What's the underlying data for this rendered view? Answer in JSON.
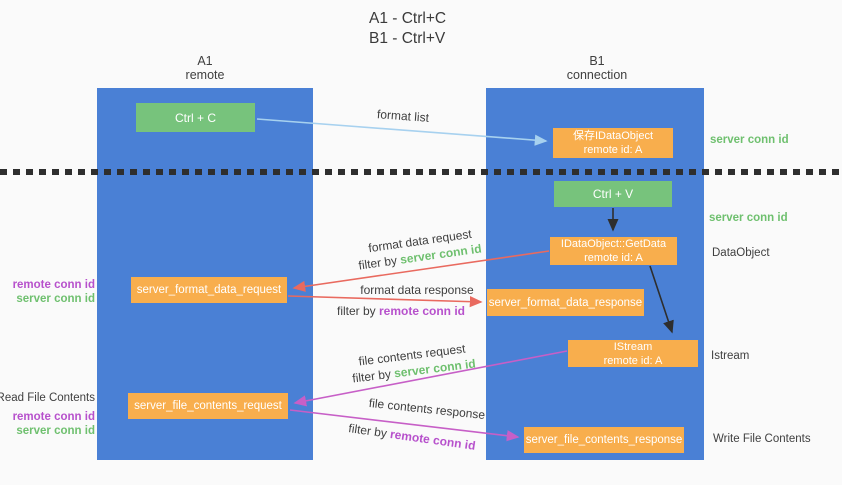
{
  "title": {
    "line1": "A1 - Ctrl+C",
    "line2": "B1 - Ctrl+V"
  },
  "lanes": {
    "left": {
      "title": "A1",
      "subtitle": "remote"
    },
    "right": {
      "title": "B1",
      "subtitle": "connection"
    }
  },
  "nodes": {
    "ctrl_c": {
      "label": "Ctrl + C"
    },
    "ctrl_v": {
      "label": "Ctrl + V"
    },
    "save_dataobject": {
      "line1": "保存IDataObject",
      "line2": "remote id: A"
    },
    "getdata": {
      "line1": "IDataObject::GetData",
      "line2": "remote id: A"
    },
    "istream": {
      "line1": "IStream",
      "line2": "remote id: A"
    },
    "format_request": {
      "label": "server_format_data_request"
    },
    "format_response": {
      "label": "server_format_data_response"
    },
    "file_request": {
      "label": "server_file_contents_request"
    },
    "file_response": {
      "label": "server_file_contents_response"
    }
  },
  "edge_labels": {
    "format_list": "format list",
    "format_data_request": "format data request",
    "format_data_response": "format data response",
    "file_contents_request": "file contents request",
    "file_contents_response": "file contents response",
    "filter_by": "filter by ",
    "server_conn_id": "server conn id",
    "remote_conn_id": "remote conn id"
  },
  "side_labels": {
    "server_conn_id": "server conn id",
    "remote_conn_id": "remote conn id",
    "dataobject": "DataObject",
    "istream": "Istream",
    "read_file_contents": "Read File Contents",
    "write_file_contents": "Write File Contents"
  },
  "colors": {
    "lane_blue": "#4a80d5",
    "node_green": "#77c37c",
    "node_orange": "#f8ae4d",
    "arrow_lightblue": "#a7d1ef",
    "arrow_black": "#2e2e2e",
    "arrow_red": "#e96a5f",
    "arrow_magenta": "#c75fc7",
    "text_green": "#6fc06f",
    "text_purple": "#b751cc",
    "background": "#fafafa"
  }
}
